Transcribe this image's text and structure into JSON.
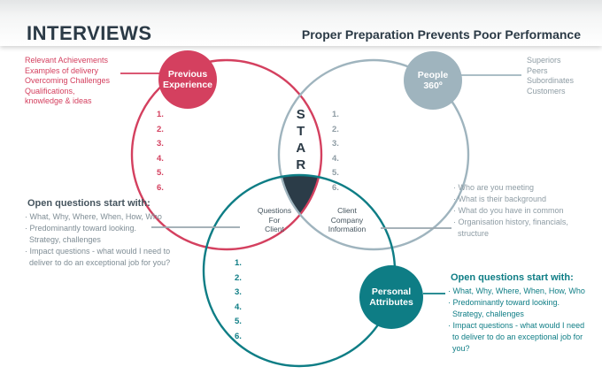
{
  "colors": {
    "crimson": "#d4405f",
    "steel": "#9fb4be",
    "teal": "#0e7d85",
    "navy": "#2b3a46",
    "dark_center": "#2b3c48",
    "gray_text": "#8e9ca4",
    "slate": "#45545e",
    "body_gray": "#7f8d95",
    "line_gray": "#9aa7ae"
  },
  "header": {
    "title": "INTERVIEWS",
    "subtitle": "Proper Preparation Prevents Poor Performance"
  },
  "badges": {
    "previous_experience": "Previous\nExperience",
    "people_360": "People\n360º",
    "personal_attributes": "Personal\nAttributes"
  },
  "star": {
    "letters": [
      "S",
      "T",
      "A",
      "R"
    ]
  },
  "lists": {
    "numbers": [
      "1.",
      "2.",
      "3.",
      "4.",
      "5.",
      "6."
    ]
  },
  "annotations": {
    "previous_experience": [
      "Relevant Achievements",
      "Examples of delivery",
      "Overcoming Challenges",
      "Qualifications,",
      "knowledge & ideas"
    ],
    "people_360": [
      "Superiors",
      "Peers",
      "Subordinates",
      "Customers"
    ]
  },
  "center_labels": {
    "questions_for_client": "Questions\nFor\nClient",
    "client_company_information": "Client\nCompany\nInformation"
  },
  "left_block": {
    "heading": "Open questions start with:",
    "lines": [
      "· What, Why, Where, When, How, Who",
      "· Predominantly toward looking.",
      "  Strategy, challenges",
      "· Impact questions - what would I need to",
      "  deliver to do an exceptional job for you?"
    ]
  },
  "right_mid_block": {
    "lines": [
      "· Who are you meeting",
      "· What is their background",
      "· What do you have in common",
      "· Organisation history, financials,",
      "  structure"
    ]
  },
  "bottom_right_block": {
    "heading": "Open questions start with:",
    "lines": [
      "· What, Why, Where, When, How, Who",
      "· Predominantly toward looking.",
      "  Strategy, challenges",
      "· Impact questions - what would I need",
      "  to deliver to do an exceptional job for",
      "  you?"
    ]
  }
}
